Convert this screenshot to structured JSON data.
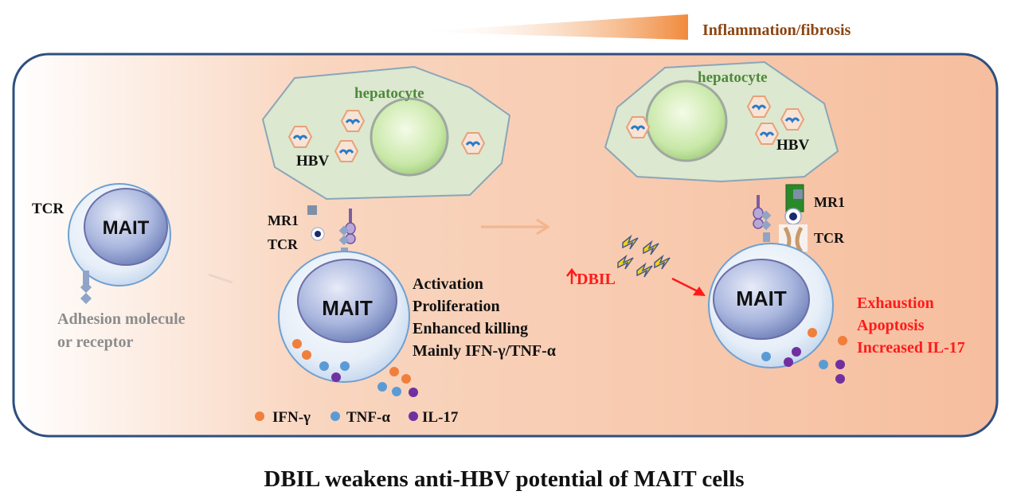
{
  "banner": {
    "label": "Inflammation/fibrosis",
    "label_color": "#8B4513",
    "gradient_color": "#F08A3C"
  },
  "panel": {
    "bg_left": "#FFFFFF",
    "bg_right": "#F6BE9E",
    "border_color": "#2E4F7F"
  },
  "left_cell": {
    "label": "MAIT",
    "tcr_label": "TCR",
    "adhesion_label_line1": "Adhesion molecule",
    "adhesion_label_line2": "or receptor"
  },
  "middle": {
    "hepatocyte_label": "hepatocyte",
    "hbv_label": "HBV",
    "mr1_label": "MR1",
    "tcr_label": "TCR",
    "cell_label": "MAIT",
    "effects": [
      "Activation",
      "Proliferation",
      "Enhanced killing",
      "Mainly IFN-γ/TNF-α"
    ]
  },
  "right": {
    "hepatocyte_label": "hepatocyte",
    "hbv_label": "HBV",
    "mr1_label": "MR1",
    "tcr_label": "TCR",
    "cell_label": "MAIT",
    "dbil_label": "DBIL",
    "effects": [
      "Exhaustion",
      "Apoptosis",
      "Increased IL-17"
    ],
    "effects_color": "#FF1A1A"
  },
  "legend": [
    {
      "label": "IFN-γ",
      "color": "#F07F3C"
    },
    {
      "label": "TNF-α",
      "color": "#5B9BD5"
    },
    {
      "label": "IL-17",
      "color": "#7030A0"
    }
  ],
  "caption": "DBIL weakens anti-HBV potential of MAIT cells"
}
